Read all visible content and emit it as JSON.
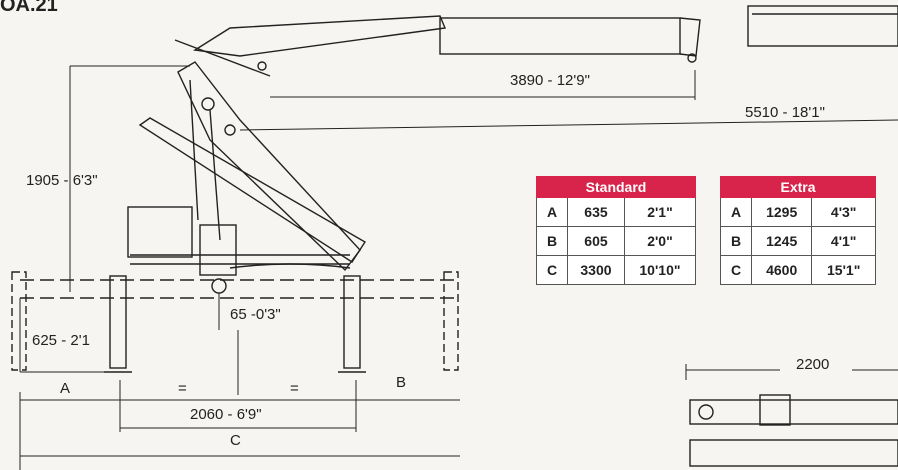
{
  "model_code": "OA.21",
  "dimensions": {
    "reach_3890": "3890 - 12'9\"",
    "reach_5510": "5510 - 18'1\"",
    "height_1905": "1905 - 6'3\"",
    "height_625": "625 - 2'1",
    "offset_65": "65 -0'3\"",
    "width_2060": "2060 - 6'9\"",
    "width_2200": "2200",
    "label_a": "A",
    "label_b": "B",
    "label_c": "C",
    "equal_1": "=",
    "equal_2": "="
  },
  "tables": {
    "standard": {
      "title": "Standard",
      "rows": [
        {
          "key": "A",
          "mm": "635",
          "ft": "2'1\""
        },
        {
          "key": "B",
          "mm": "605",
          "ft": "2'0\""
        },
        {
          "key": "C",
          "mm": "3300",
          "ft": "10'10\""
        }
      ]
    },
    "extra": {
      "title": "Extra",
      "rows": [
        {
          "key": "A",
          "mm": "1295",
          "ft": "4'3\""
        },
        {
          "key": "B",
          "mm": "1245",
          "ft": "4'1\""
        },
        {
          "key": "C",
          "mm": "4600",
          "ft": "15'1\""
        }
      ]
    }
  },
  "colors": {
    "header": "#d8234a",
    "line": "#222222"
  }
}
